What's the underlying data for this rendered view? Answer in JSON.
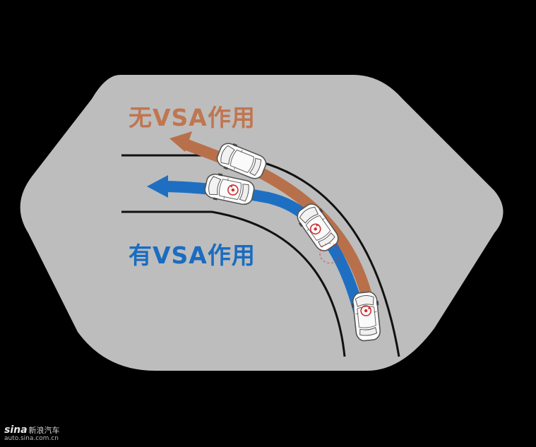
{
  "labels": {
    "without_vsa": "无VSA作用",
    "with_vsa": "有VSA作用"
  },
  "colors": {
    "background": "#000000",
    "panel": "#bdbdbd",
    "without_vsa_arrow": "#b8704a",
    "with_vsa_arrow": "#1e6fc2",
    "without_vsa_text": "#c07650",
    "with_vsa_text": "#1a6cc0",
    "rotation_marker": "#d03030"
  },
  "watermark": {
    "brand": "sina",
    "name": "新浪汽车",
    "url": "auto.sina.com.cn"
  }
}
